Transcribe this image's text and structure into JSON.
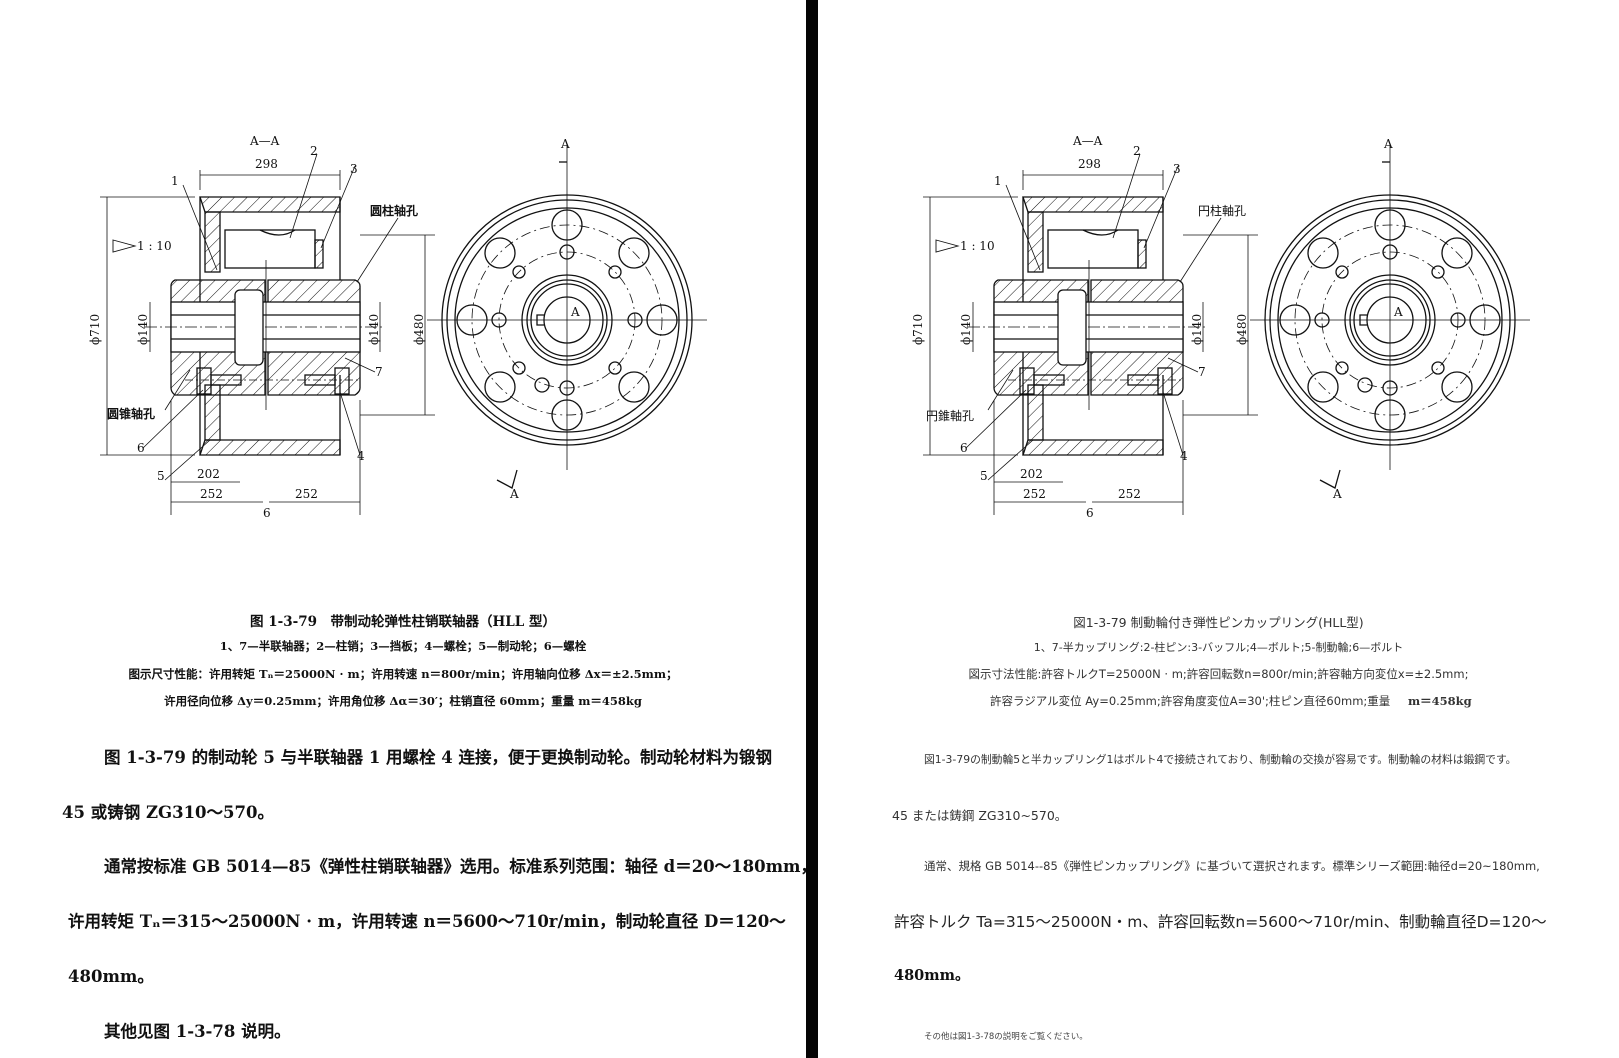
{
  "left_page": {
    "language": "zh",
    "drawing": {
      "section_label": "A—A",
      "dim_298": "298",
      "dim_710": "ϕ710",
      "dim_140_left": "ϕ140",
      "dim_140_right": "ϕ140",
      "dim_480": "ϕ480",
      "dim_202": "202",
      "dim_252_left": "252",
      "dim_252_right": "252",
      "dim_6": "6",
      "taper": "1 : 10",
      "label_cyl_bore": "圆柱轴孔",
      "label_cone_bore": "圆锥轴孔",
      "parts": [
        "1",
        "2",
        "3",
        "4",
        "5",
        "6",
        "7"
      ],
      "view_label_top": "A",
      "view_label_bottom": "A",
      "center_label": "A"
    },
    "caption_title": "图 1-3-79　带制动轮弹性柱销联轴器（HLL 型）",
    "caption_parts": "1、7—半联轴器；2—柱销；3—挡板；4—螺栓；5—制动轮；6—螺栓",
    "caption_perf_1": "图示尺寸性能：许用转矩 Tₙ＝25000N · m；许用转速 n＝800r/min；许用轴向位移 Δx＝±2.5mm；",
    "caption_perf_2": "许用径向位移 Δy＝0.25mm；许用角位移 Δα＝30′；柱销直径 60mm；重量 m＝458kg",
    "para_1_line_1": "图 1-3-79 的制动轮 5 与半联轴器 1 用螺栓 4 连接，便于更换制动轮。制动轮材料为锻钢",
    "para_1_line_2": "45 或铸钢 ZG310～570。",
    "para_2_line_1": "通常按标准 GB 5014—85《弹性柱销联轴器》选用。标准系列范围：轴径 d＝20～180mm，",
    "para_2_line_2": "许用转矩 Tₙ＝315～25000N · m，许用转速 n＝5600～710r/min，制动轮直径 D＝120～",
    "para_2_line_3": "480mm。",
    "para_3": "其他见图 1-3-78 说明。"
  },
  "right_page": {
    "language": "ja",
    "drawing": {
      "section_label": "A—A",
      "dim_298": "298",
      "dim_710": "ϕ710",
      "dim_140_left": "ϕ140",
      "dim_140_right": "ϕ140",
      "dim_480": "ϕ480",
      "dim_202": "202",
      "dim_252_left": "252",
      "dim_252_right": "252",
      "dim_6": "6",
      "taper": "1 : 10",
      "label_cyl_bore": "円柱軸孔",
      "label_cone_bore": "円錐軸孔",
      "parts": [
        "1",
        "2",
        "3",
        "4",
        "5",
        "6",
        "7"
      ],
      "view_label_top": "A",
      "view_label_bottom": "A",
      "center_label": "A"
    },
    "caption_title": "図1-3-79 制動輪付き弾性ピンカップリング(HLL型)",
    "caption_parts": "1、7-半カップリング:2-柱ピン:3-バッフル;4—ボルト;5-制動輪;6—ボルト",
    "caption_perf_1": "図示寸法性能:許容トルクT=25000N · m;許容回転数n=800r/min;許容軸方向変位x=±2.5mm;",
    "caption_perf_2a": "許容ラジアル変位 Ay=0.25mm;許容角度変位A=30';柱ピン直径60mm;重量",
    "caption_perf_2b": "m＝458kg",
    "para_1_line_1": "図1-3-79の制動輪5と半カップリング1はボルト4で接続されており、制動輪の交換が容易です。制動輪の材料は鍛鋼です。",
    "para_1_line_2": "45 または鋳鋼 ZG310~570。",
    "para_2_line_1": "通常、規格 GB 5014--85《弾性ピンカップリング》に基づいて選択されます。標準シリーズ範囲:軸径d=20~180mm,",
    "para_2_line_2": "許容トルク Ta=315～25000N・m、許容回転数n=5600～710r/min、制動輪直径D=120～",
    "para_2_line_3": "480mm。",
    "para_3": "その他は図1-3-78の説明をご覧ください。"
  },
  "colors": {
    "background": "#ffffff",
    "ink": "#111111",
    "divider": "#050505"
  }
}
